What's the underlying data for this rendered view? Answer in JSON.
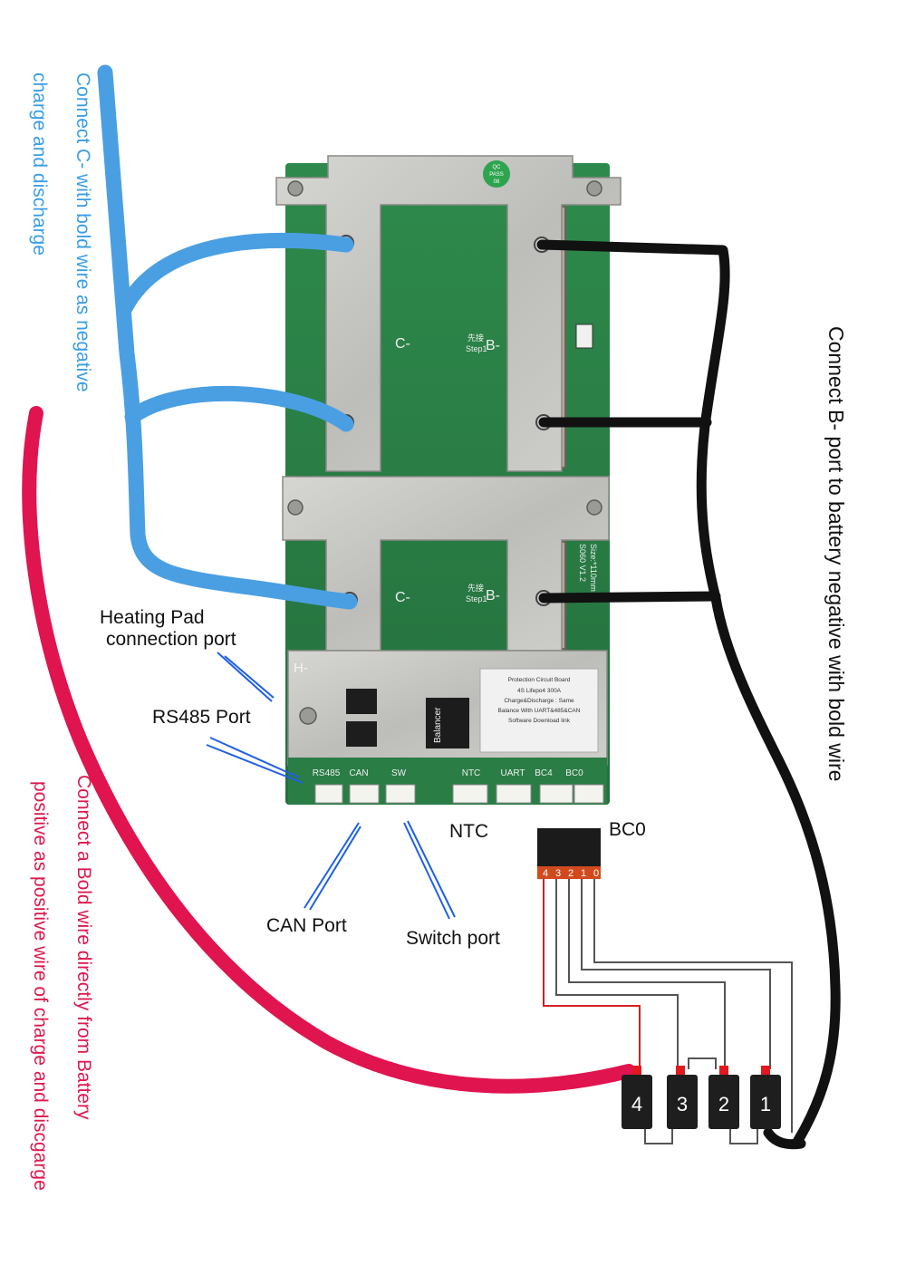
{
  "labels": {
    "heating_pad_line1": "Heating Pad",
    "heating_pad_line2": "connection port",
    "rs485_port": "RS485 Port",
    "ntc": "NTC",
    "bc0": "BC0",
    "can_port": "CAN Port",
    "switch_port": "Switch port"
  },
  "vertical_notes": {
    "c_minus_line1": "Connect C- with bold wire as negative",
    "c_minus_line2": "charge and discharge",
    "b_minus": "Connect B- port to battery negative with bold wire",
    "positive_line1": "Connect a Bold wire directly from Battery",
    "positive_line2": "positive as positive wire of charge and discgarge"
  },
  "board": {
    "c_minus_top": "C-",
    "c_minus_bottom": "C-",
    "b_minus_top": "B-",
    "b_minus_bottom": "B-",
    "step_top": "Step1",
    "step_bottom": "Step1",
    "first_connect_top": "先接",
    "first_connect_bottom": "先接",
    "h_minus": "H-",
    "qc_stamp_line1": "QC",
    "qc_stamp_line2": "PASS",
    "qc_stamp_line3": "08",
    "version": "S060 V1.2",
    "size": "Size:*110mm",
    "balancer": "Balancer",
    "label_title": "Protection Circuit Board",
    "label_line1": "4S Lifepo4 300A",
    "label_line2": "Charge&Discharge : Same",
    "label_line3": "Balance  With  UART&485&CAN",
    "label_line4": "Software Download link",
    "ports": [
      "RS485",
      "CAN",
      "SW",
      "NTC",
      "UART",
      "BC4",
      "BC0"
    ]
  },
  "balance_plug": {
    "pins": [
      "4",
      "3",
      "2",
      "1",
      "0"
    ]
  },
  "cells": [
    "4",
    "3",
    "2",
    "1"
  ],
  "colors": {
    "negative_c_wire": "#4a9fe3",
    "negative_b_wire": "#111111",
    "positive_wire": "#e0144f",
    "pcb_green": "#2f8a4d",
    "metal_plate": "#c9c9c6",
    "arrow_blue": "#1f5fe8"
  }
}
